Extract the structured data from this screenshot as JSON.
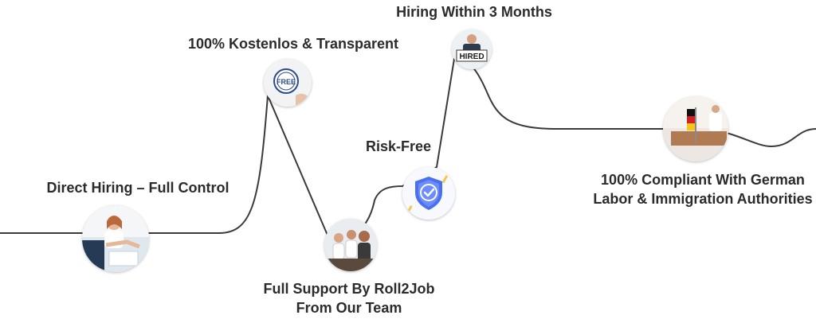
{
  "steps": [
    {
      "label": "Direct Hiring – Full Control",
      "icon": "handshake-photo"
    },
    {
      "label": "100% Kostenlos & Transparent",
      "icon": "free-stamp-photo"
    },
    {
      "label_lines": [
        "Full Support By Roll2Job",
        "From Our Team"
      ],
      "icon": "support-team-photo"
    },
    {
      "label": "Risk-Free",
      "icon": "shield-check-icon"
    },
    {
      "label": "Hiring Within 3 Months",
      "icon": "hired-sign-photo",
      "sign_text": "HIRED"
    },
    {
      "label_lines": [
        "100% Compliant With German",
        "Labor & Immigration Authorities"
      ],
      "icon": "german-flag-photo"
    }
  ],
  "free_stamp_text": "FREE",
  "colors": {
    "line": "#3a3a3a",
    "text": "#2b2b2b",
    "shield": "#4a6ff0"
  }
}
